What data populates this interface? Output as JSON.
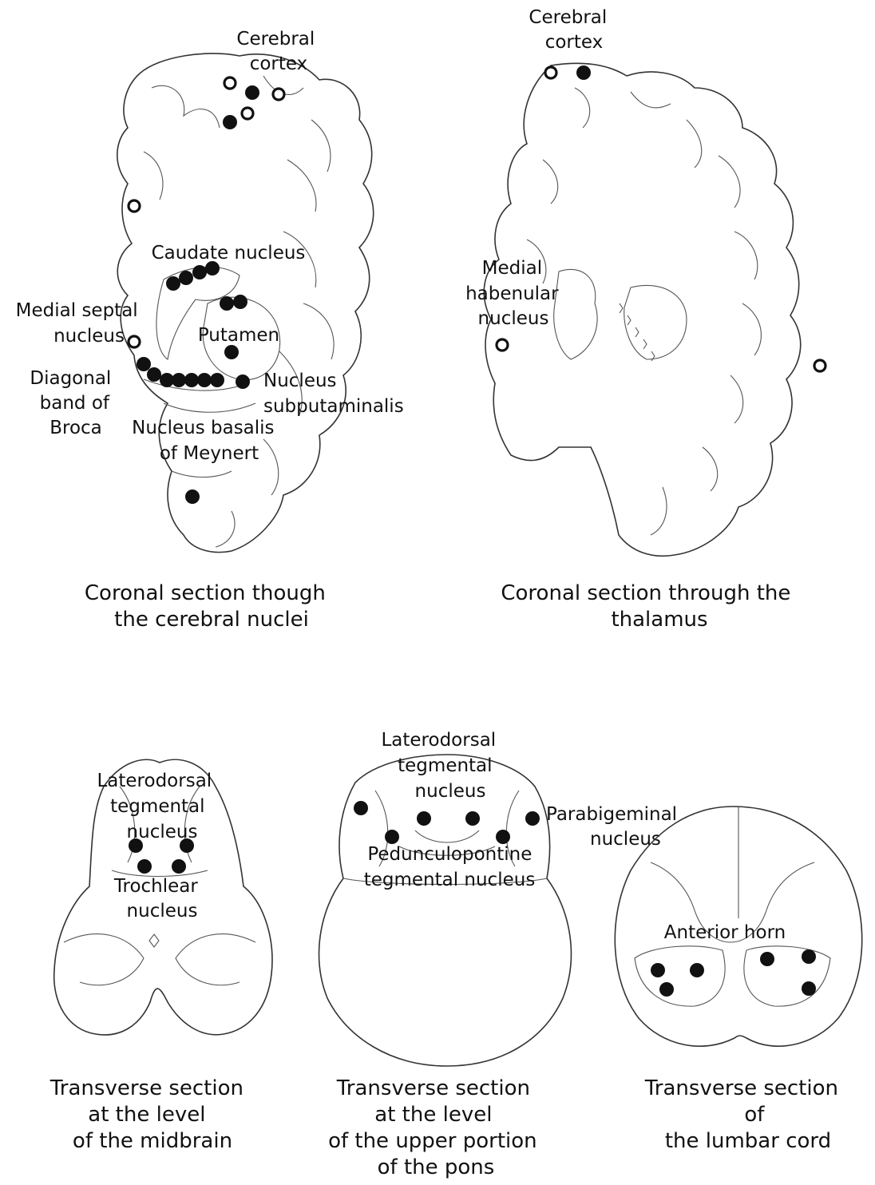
{
  "panels": {
    "coronal_nuclei": {
      "caption": [
        "Coronal section though",
        "the cerebral nuclei"
      ],
      "labels": {
        "cerebral_cortex": [
          "Cerebral",
          "cortex"
        ],
        "caudate": [
          "Caudate nucleus"
        ],
        "medial_septal": [
          "Medial septal",
          "nucleus"
        ],
        "putamen": [
          "Putamen"
        ],
        "diagonal_band": [
          "Diagonal",
          "band of",
          "Broca"
        ],
        "subputaminalis": [
          "Nucleus",
          "subputaminalis"
        ],
        "basalis": [
          "Nucleus basalis",
          "of Meynert"
        ]
      }
    },
    "coronal_thalamus": {
      "caption": [
        "Coronal section through the",
        "thalamus"
      ],
      "labels": {
        "cerebral_cortex": [
          "Cerebral",
          "cortex"
        ],
        "habenular": [
          "Medial",
          "habenular",
          "nucleus"
        ]
      }
    },
    "midbrain": {
      "caption": [
        "Transverse section",
        "at the level",
        "of the midbrain"
      ],
      "labels": {
        "laterodorsal": [
          "Laterodorsal",
          "tegmental",
          "nucleus"
        ],
        "trochlear": [
          "Trochlear",
          "nucleus"
        ]
      }
    },
    "pons": {
      "caption": [
        "Transverse section",
        "at the level",
        "of the upper portion",
        "of the pons"
      ],
      "labels": {
        "laterodorsal": [
          "Laterodorsal",
          "tegmental",
          "nucleus"
        ],
        "parabigeminal": [
          "Parabigeminal",
          "nucleus"
        ],
        "pedunculopontine": [
          "Pedunculopontine",
          "tegmental nucleus"
        ]
      }
    },
    "lumbar": {
      "caption": [
        "Transverse section",
        "of",
        "the lumbar cord"
      ],
      "labels": {
        "anterior_horn": [
          "Anterior horn"
        ]
      }
    }
  }
}
